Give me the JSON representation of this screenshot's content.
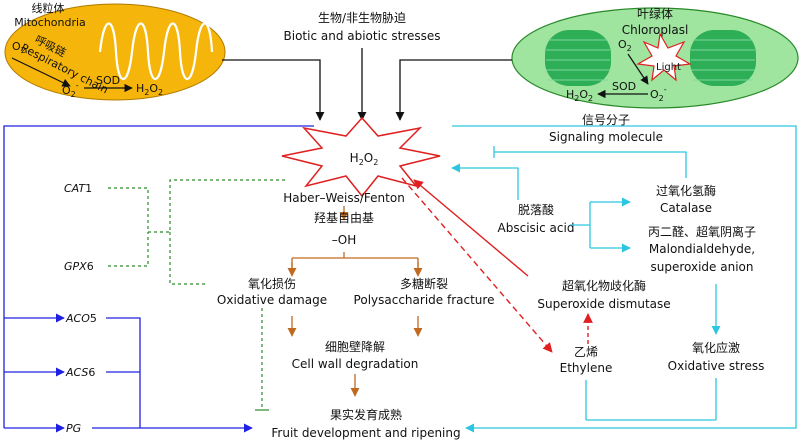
{
  "colors": {
    "mito_fill": "#f5b50a",
    "chloro_fill": "#9fe59f",
    "chloro_stroke": "#2a8a2a",
    "thylakoid": "#2fae58",
    "h2o2_star": "#e02020",
    "red_arrow": "#e02020",
    "cyan": "#2cc6e0",
    "blue": "#2020e0",
    "brown": "#c06a20",
    "green_dotted": "#2a8a2a"
  },
  "mitochondria": {
    "title_cn": "线粒体",
    "title_en": "Mitochondria",
    "chain_cn": "呼吸链",
    "chain_en": "Respiratory chain",
    "o2": "O",
    "o2_sub": "2",
    "superoxide": "O",
    "superoxide_sub": "2",
    "superoxide_sup": "-",
    "sod": "SOD",
    "h2o2": "H",
    "h2o2_sub_1": "2",
    "h2o2_o": "O",
    "h2o2_sub_2": "2"
  },
  "stress": {
    "cn": "生物/非生物胁迫",
    "en": "Biotic and abiotic stresses"
  },
  "chloroplast": {
    "title_cn": "叶绿体",
    "title_en": "Chloroplasl",
    "o2": "O",
    "o2_sub": "2",
    "light": "Light",
    "sod": "SOD",
    "h2o2": "H",
    "h2o2_sub_1": "2",
    "h2o2_o": "O",
    "h2o2_sub_2": "2",
    "superoxide": "O",
    "superoxide_sub": "2",
    "superoxide_sup": "-"
  },
  "signaling": {
    "cn": "信号分子",
    "en": "Signaling molecule"
  },
  "h2o2_center": {
    "h": "H",
    "sub_1": "2",
    "o": "O",
    "sub_2": "2"
  },
  "haber": "Haber–Weiss/Fenton",
  "hydroxyl": {
    "cn": "羟基自由基",
    "en": "–OH"
  },
  "oxidative_damage": {
    "cn": "氧化损伤",
    "en": "Oxidative damage"
  },
  "polysaccharide": {
    "cn": "多糖断裂",
    "en": "Polysaccharide fracture"
  },
  "cell_wall": {
    "cn": "细胞壁降解",
    "en": "Cell wall degradation"
  },
  "fruit": {
    "cn": "果实发育成熟",
    "en": "Fruit development and ripening"
  },
  "abscisic": {
    "cn": "脱落酸",
    "en": "Abscisic acid"
  },
  "catalase": {
    "cn": "过氧化氢酶",
    "en": "Catalase"
  },
  "malon": {
    "cn": "丙二醛、超氧阴离子",
    "en_1": "Malondialdehyde,",
    "en_2": "superoxide anion"
  },
  "sod_enzyme": {
    "cn": "超氧化物歧化酶",
    "en": "Superoxide dismutase"
  },
  "ethylene": {
    "cn": "乙烯",
    "en": "Ethylene"
  },
  "oxidative_stress": {
    "cn": "氧化应激",
    "en": "Oxidative stress"
  },
  "genes": {
    "cat1_name": "CAT",
    "cat1_num": "1",
    "gpx6_name": "GPX",
    "gpx6_num": "6",
    "aco5_name": "ACO",
    "aco5_num": "5",
    "acs6_name": "ACS",
    "acs6_num": "6",
    "pg": "PG"
  }
}
